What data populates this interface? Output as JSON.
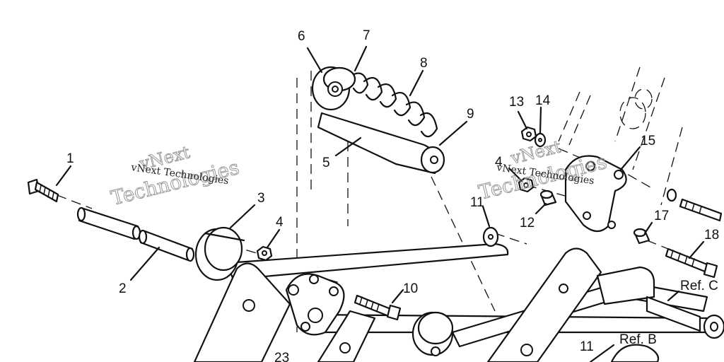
{
  "callouts": {
    "c1": "1",
    "c2": "2",
    "c3": "3",
    "c4a": "4",
    "c4b": "4",
    "c5": "5",
    "c6": "6",
    "c7": "7",
    "c8": "8",
    "c9": "9",
    "c10": "10",
    "c11a": "11",
    "c11b": "11",
    "c12": "12",
    "c13": "13",
    "c14": "14",
    "c15": "15",
    "c17": "17",
    "c18": "18",
    "c23": "23",
    "refB": "Ref. B",
    "refC": "Ref. C"
  },
  "watermarks": {
    "w1_line1": "vNext",
    "w1_line2": "Technologies",
    "w1_small": "vNext Technologies",
    "w2_line1": "vNext",
    "w2_line2": "Technologies",
    "w2_small": "vNext Technologies"
  },
  "colors": {
    "ink": "#111111",
    "watermark": "#9a9a9a",
    "background": "#ffffff"
  }
}
